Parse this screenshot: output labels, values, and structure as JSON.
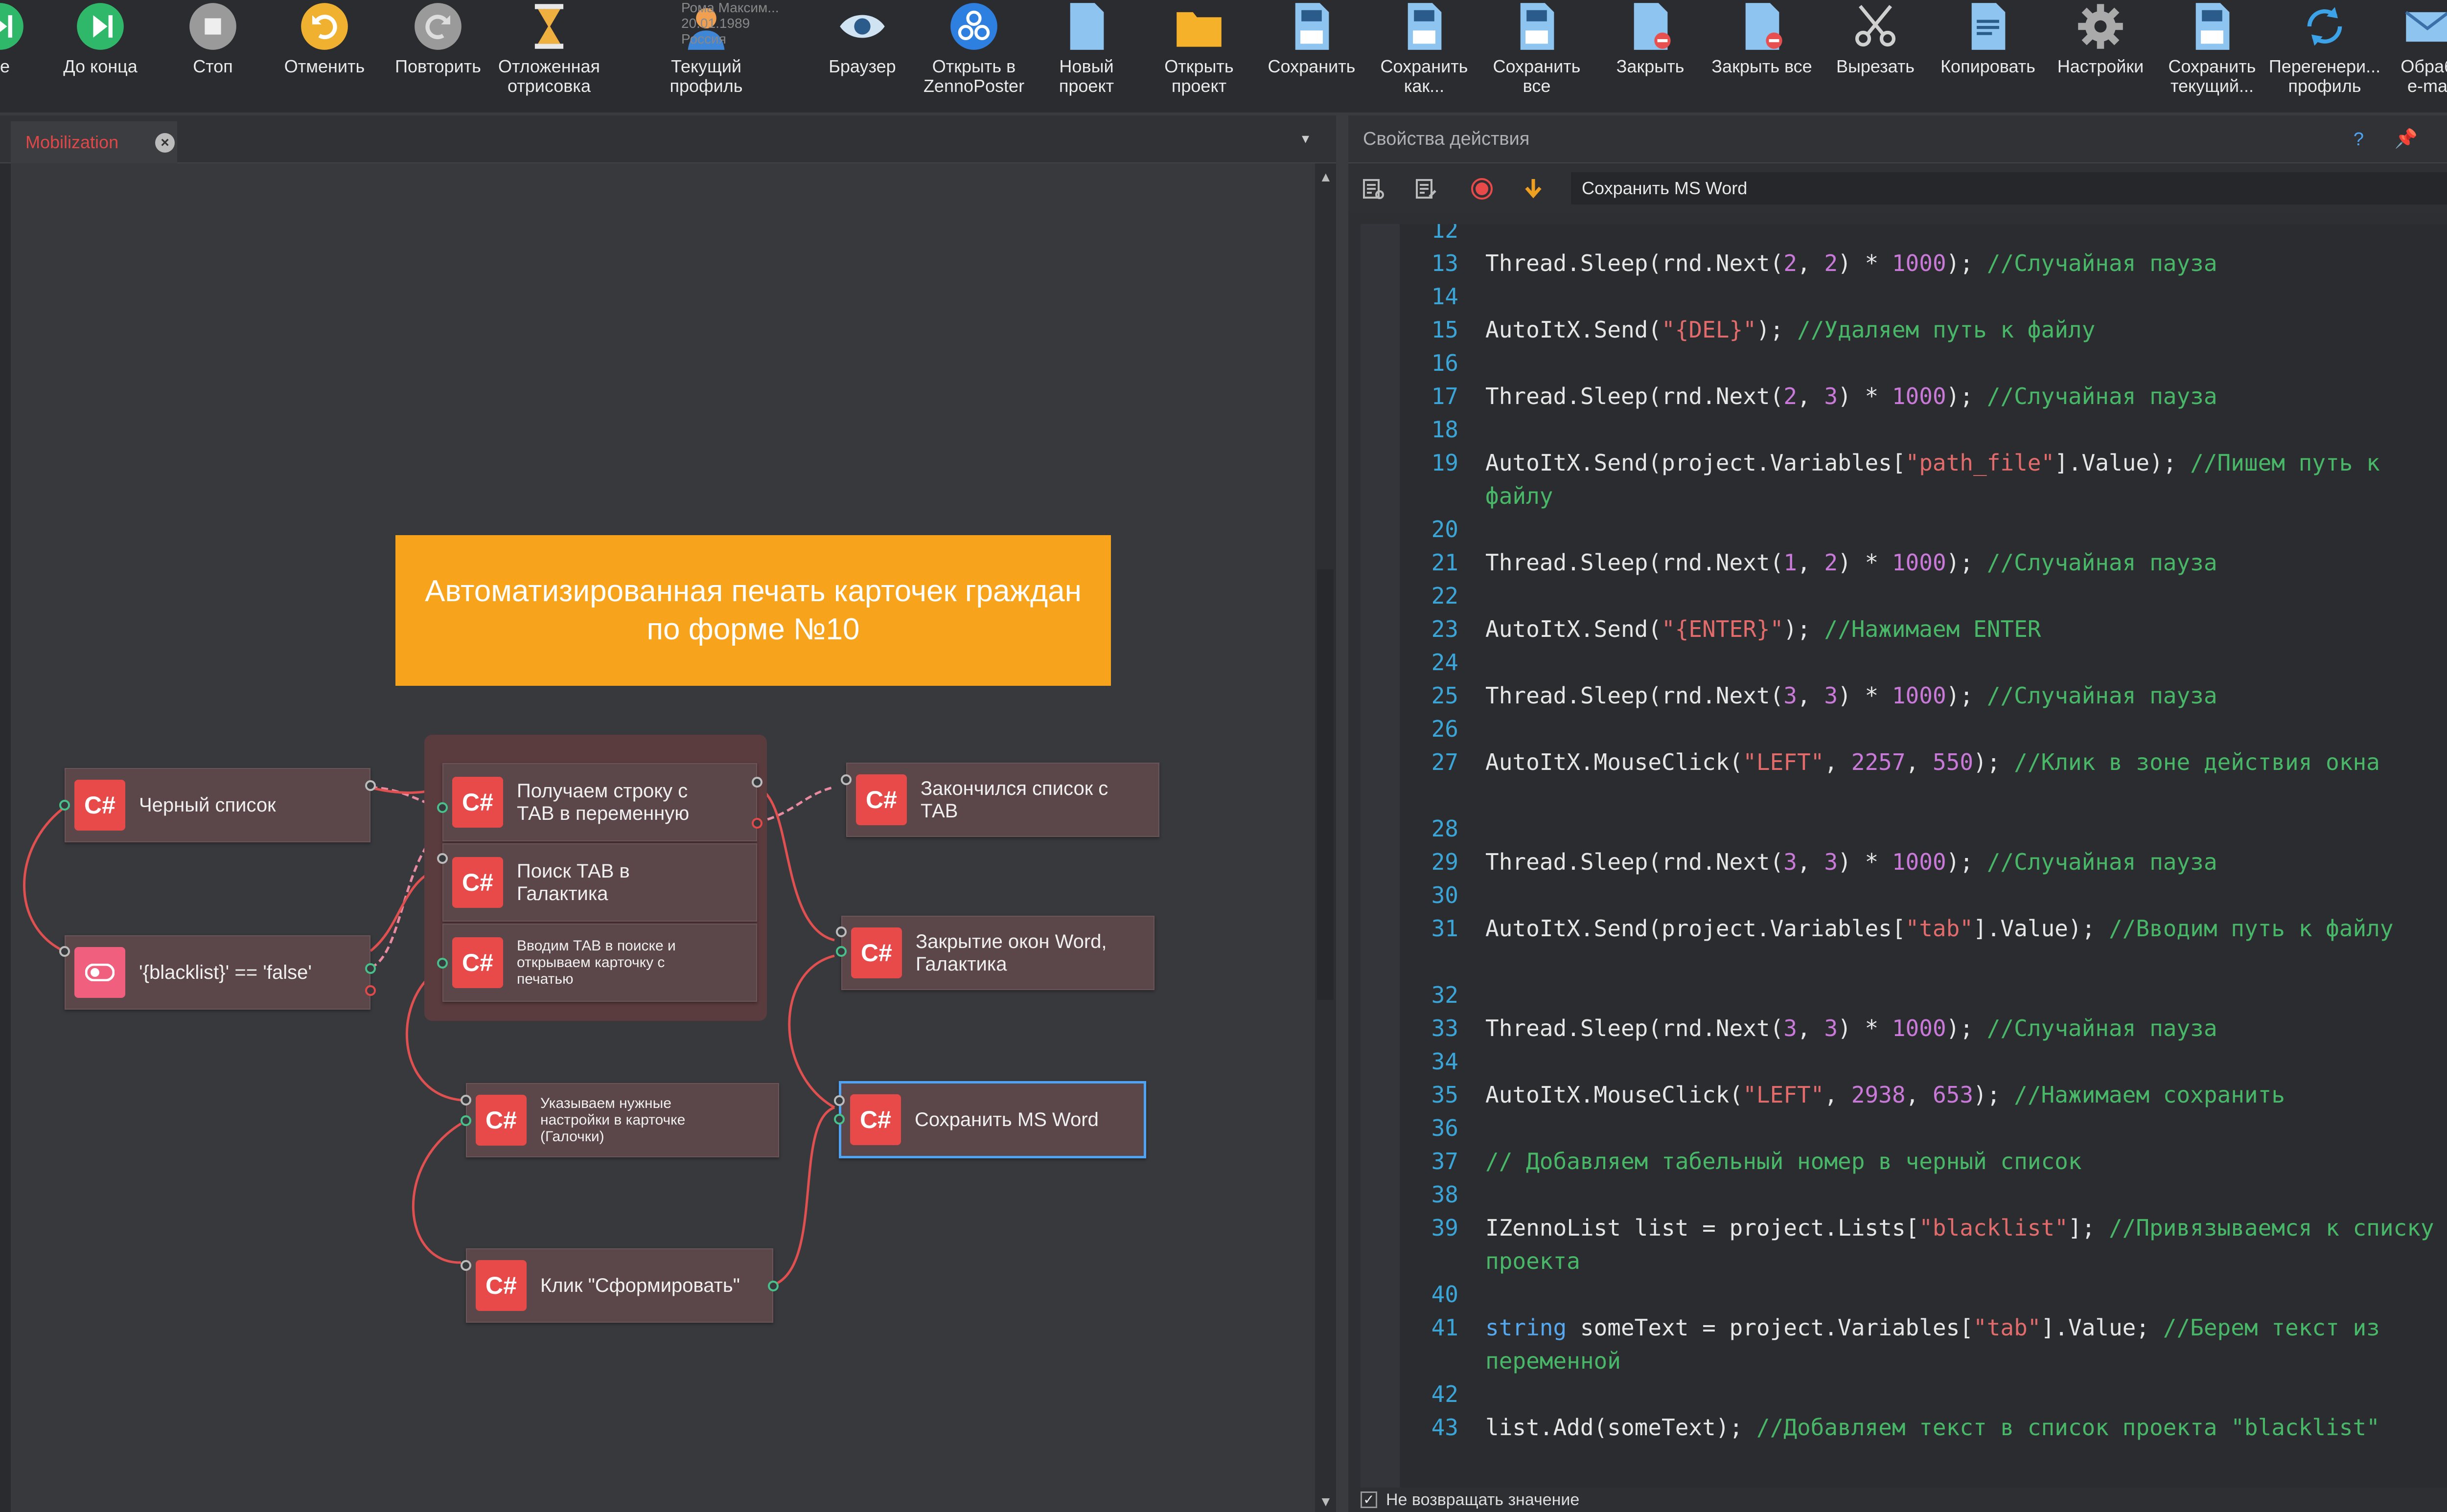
{
  "toolbar": {
    "items": [
      {
        "label": "ее",
        "icon": "partial-icon"
      },
      {
        "label": "До конца",
        "icon": "play-to-end-icon"
      },
      {
        "label": "Стоп",
        "icon": "stop-icon"
      },
      {
        "label": "Отменить",
        "icon": "undo-icon"
      },
      {
        "label": "Повторить",
        "icon": "redo-icon"
      },
      {
        "label": "Отложенная\nотрисовка",
        "icon": "hourglass-icon"
      },
      {
        "label": "Текущий профиль",
        "icon": "profile-icon"
      },
      {
        "label": "Браузер",
        "icon": "eye-icon"
      },
      {
        "label": "Открыть в\nZennoPoster",
        "icon": "zennoposter-icon"
      },
      {
        "label": "Новый\nпроект",
        "icon": "new-file-icon"
      },
      {
        "label": "Открыть\nпроект",
        "icon": "folder-icon"
      },
      {
        "label": "Сохранить",
        "icon": "save-icon"
      },
      {
        "label": "Сохранить\nкак...",
        "icon": "save-as-icon"
      },
      {
        "label": "Сохранить\nвсе",
        "icon": "save-all-icon"
      },
      {
        "label": "Закрыть",
        "icon": "close-file-icon"
      },
      {
        "label": "Закрыть все",
        "icon": "close-all-icon"
      },
      {
        "label": "Вырезать",
        "icon": "scissors-icon"
      },
      {
        "label": "Копировать",
        "icon": "copy-icon"
      },
      {
        "label": "Настройки",
        "icon": "gear-icon"
      },
      {
        "label": "Сохранить\nтекущий...",
        "icon": "save-profile-icon"
      },
      {
        "label": "Перегенери...\nпрофиль",
        "icon": "regenerate-icon"
      },
      {
        "label": "Обраб\ne-ma",
        "icon": "email-icon"
      }
    ],
    "profile_info": "Рома Максим...\n20.01.1989\nРоссия"
  },
  "editor": {
    "tab_label": "Mobilization",
    "title": "Автоматизированная печать карточек граждан по форме №10",
    "nodes": [
      {
        "id": "blacklist",
        "label": "Черный список",
        "icon": "C#"
      },
      {
        "id": "condition",
        "label": "'{blacklist}' == 'false'",
        "icon": "toggle"
      },
      {
        "id": "get-line",
        "label": "Получаем строку с\nТАВ  в переменную",
        "icon": "C#"
      },
      {
        "id": "search-tab",
        "label": "Поиск ТАВ в\nГалактика",
        "icon": "C#"
      },
      {
        "id": "enter-tab",
        "label": "Вводим ТАВ в поиске и\nоткрываем карточку с\nпечатью",
        "icon": "C#"
      },
      {
        "id": "list-ended",
        "label": "Закончился список с\nТАВ",
        "icon": "C#"
      },
      {
        "id": "close-windows",
        "label": "Закрытие окон Word,\nГалактика",
        "icon": "C#"
      },
      {
        "id": "settings",
        "label": "Указываем нужные\nнастройки в карточке\n(Галочки)",
        "icon": "C#"
      },
      {
        "id": "save-word",
        "label": "Сохранить MS Word",
        "icon": "C#"
      },
      {
        "id": "click-form",
        "label": "Клик \"Сформировать\"",
        "icon": "C#"
      }
    ]
  },
  "panel": {
    "title": "Свойства действия",
    "help": "?",
    "action_name": "Сохранить MS Word",
    "footer_checkbox": "Не возвращать значение",
    "code_lines": [
      {
        "n": "12",
        "parts": []
      },
      {
        "n": "13",
        "parts": [
          [
            "t",
            "Thread.Sleep(rnd.Next("
          ],
          [
            "n",
            "2"
          ],
          [
            "t",
            ", "
          ],
          [
            "n",
            "2"
          ],
          [
            "t",
            ") * "
          ],
          [
            "n",
            "1000"
          ],
          [
            "t",
            "); "
          ],
          [
            "c",
            "//Случайная пауза"
          ]
        ]
      },
      {
        "n": "14",
        "parts": []
      },
      {
        "n": "15",
        "parts": [
          [
            "t",
            "AutoItX.Send("
          ],
          [
            "s",
            "\"{DEL}\""
          ],
          [
            "t",
            "); "
          ],
          [
            "c",
            "//Удаляем путь к файлу"
          ]
        ]
      },
      {
        "n": "16",
        "parts": []
      },
      {
        "n": "17",
        "parts": [
          [
            "t",
            "Thread.Sleep(rnd.Next("
          ],
          [
            "n",
            "2"
          ],
          [
            "t",
            ", "
          ],
          [
            "n",
            "3"
          ],
          [
            "t",
            ") * "
          ],
          [
            "n",
            "1000"
          ],
          [
            "t",
            "); "
          ],
          [
            "c",
            "//Случайная пауза"
          ]
        ]
      },
      {
        "n": "18",
        "parts": []
      },
      {
        "n": "19",
        "parts": [
          [
            "t",
            "AutoItX.Send(project.Variables["
          ],
          [
            "s",
            "\"path_file\""
          ],
          [
            "t",
            "].Value); "
          ],
          [
            "c",
            "//Пишем путь к файлу"
          ]
        ],
        "wrap": true
      },
      {
        "n": "20",
        "parts": []
      },
      {
        "n": "21",
        "parts": [
          [
            "t",
            "Thread.Sleep(rnd.Next("
          ],
          [
            "n",
            "1"
          ],
          [
            "t",
            ", "
          ],
          [
            "n",
            "2"
          ],
          [
            "t",
            ") * "
          ],
          [
            "n",
            "1000"
          ],
          [
            "t",
            "); "
          ],
          [
            "c",
            "//Случайная пауза"
          ]
        ]
      },
      {
        "n": "22",
        "parts": []
      },
      {
        "n": "23",
        "parts": [
          [
            "t",
            "AutoItX.Send("
          ],
          [
            "s",
            "\"{ENTER}\""
          ],
          [
            "t",
            "); "
          ],
          [
            "c",
            "//Нажимаем ENTER"
          ]
        ]
      },
      {
        "n": "24",
        "parts": []
      },
      {
        "n": "25",
        "parts": [
          [
            "t",
            "Thread.Sleep(rnd.Next("
          ],
          [
            "n",
            "3"
          ],
          [
            "t",
            ", "
          ],
          [
            "n",
            "3"
          ],
          [
            "t",
            ") * "
          ],
          [
            "n",
            "1000"
          ],
          [
            "t",
            "); "
          ],
          [
            "c",
            "//Случайная пауза"
          ]
        ]
      },
      {
        "n": "26",
        "parts": []
      },
      {
        "n": "27",
        "parts": [
          [
            "t",
            "AutoItX.MouseClick("
          ],
          [
            "s",
            "\"LEFT\""
          ],
          [
            "t",
            ", "
          ],
          [
            "n",
            "2257"
          ],
          [
            "t",
            ", "
          ],
          [
            "n",
            "550"
          ],
          [
            "t",
            "); "
          ],
          [
            "c",
            "//Клик в зоне действия окна"
          ]
        ],
        "wrap": true
      },
      {
        "n": "28",
        "parts": []
      },
      {
        "n": "29",
        "parts": [
          [
            "t",
            "Thread.Sleep(rnd.Next("
          ],
          [
            "n",
            "3"
          ],
          [
            "t",
            ", "
          ],
          [
            "n",
            "3"
          ],
          [
            "t",
            ") * "
          ],
          [
            "n",
            "1000"
          ],
          [
            "t",
            "); "
          ],
          [
            "c",
            "//Случайная пауза"
          ]
        ]
      },
      {
        "n": "30",
        "parts": []
      },
      {
        "n": "31",
        "parts": [
          [
            "t",
            "AutoItX.Send(project.Variables["
          ],
          [
            "s",
            "\"tab\""
          ],
          [
            "t",
            "].Value); "
          ],
          [
            "c",
            "//Вводим путь к файлу"
          ]
        ],
        "wrap": true
      },
      {
        "n": "32",
        "parts": []
      },
      {
        "n": "33",
        "parts": [
          [
            "t",
            "Thread.Sleep(rnd.Next("
          ],
          [
            "n",
            "3"
          ],
          [
            "t",
            ", "
          ],
          [
            "n",
            "3"
          ],
          [
            "t",
            ") * "
          ],
          [
            "n",
            "1000"
          ],
          [
            "t",
            "); "
          ],
          [
            "c",
            "//Случайная пауза"
          ]
        ]
      },
      {
        "n": "34",
        "parts": []
      },
      {
        "n": "35",
        "parts": [
          [
            "t",
            "AutoItX.MouseClick("
          ],
          [
            "s",
            "\"LEFT\""
          ],
          [
            "t",
            ", "
          ],
          [
            "n",
            "2938"
          ],
          [
            "t",
            ", "
          ],
          [
            "n",
            "653"
          ],
          [
            "t",
            "); "
          ],
          [
            "c",
            "//Нажимаем сохранить"
          ]
        ]
      },
      {
        "n": "36",
        "parts": []
      },
      {
        "n": "37",
        "parts": [
          [
            "c",
            "// Добавляем табельный номер в черный список"
          ]
        ]
      },
      {
        "n": "38",
        "parts": []
      },
      {
        "n": "39",
        "parts": [
          [
            "t",
            "IZennoList list = project.Lists["
          ],
          [
            "s",
            "\"blacklist\""
          ],
          [
            "t",
            "]; "
          ],
          [
            "c",
            "//Привязываемся к списку проекта"
          ]
        ],
        "wrap": true
      },
      {
        "n": "40",
        "parts": []
      },
      {
        "n": "41",
        "parts": [
          [
            "k",
            "string"
          ],
          [
            "t",
            " someText = project.Variables["
          ],
          [
            "s",
            "\"tab\""
          ],
          [
            "t",
            "].Value; "
          ],
          [
            "c",
            "//Берем текст из переменной"
          ]
        ],
        "wrap": true
      },
      {
        "n": "42",
        "parts": []
      },
      {
        "n": "43",
        "parts": [
          [
            "t",
            "list.Add(someText); "
          ],
          [
            "c",
            "//Добавляем текст в список проекта \"blacklist\""
          ]
        ],
        "wrap": true
      }
    ]
  },
  "colors": {
    "accent": "#f7a41c",
    "node_icon": "#e84a4a",
    "selection": "#4ea3f2",
    "link_red": "#e05050",
    "link_pink": "#e88aa0"
  }
}
